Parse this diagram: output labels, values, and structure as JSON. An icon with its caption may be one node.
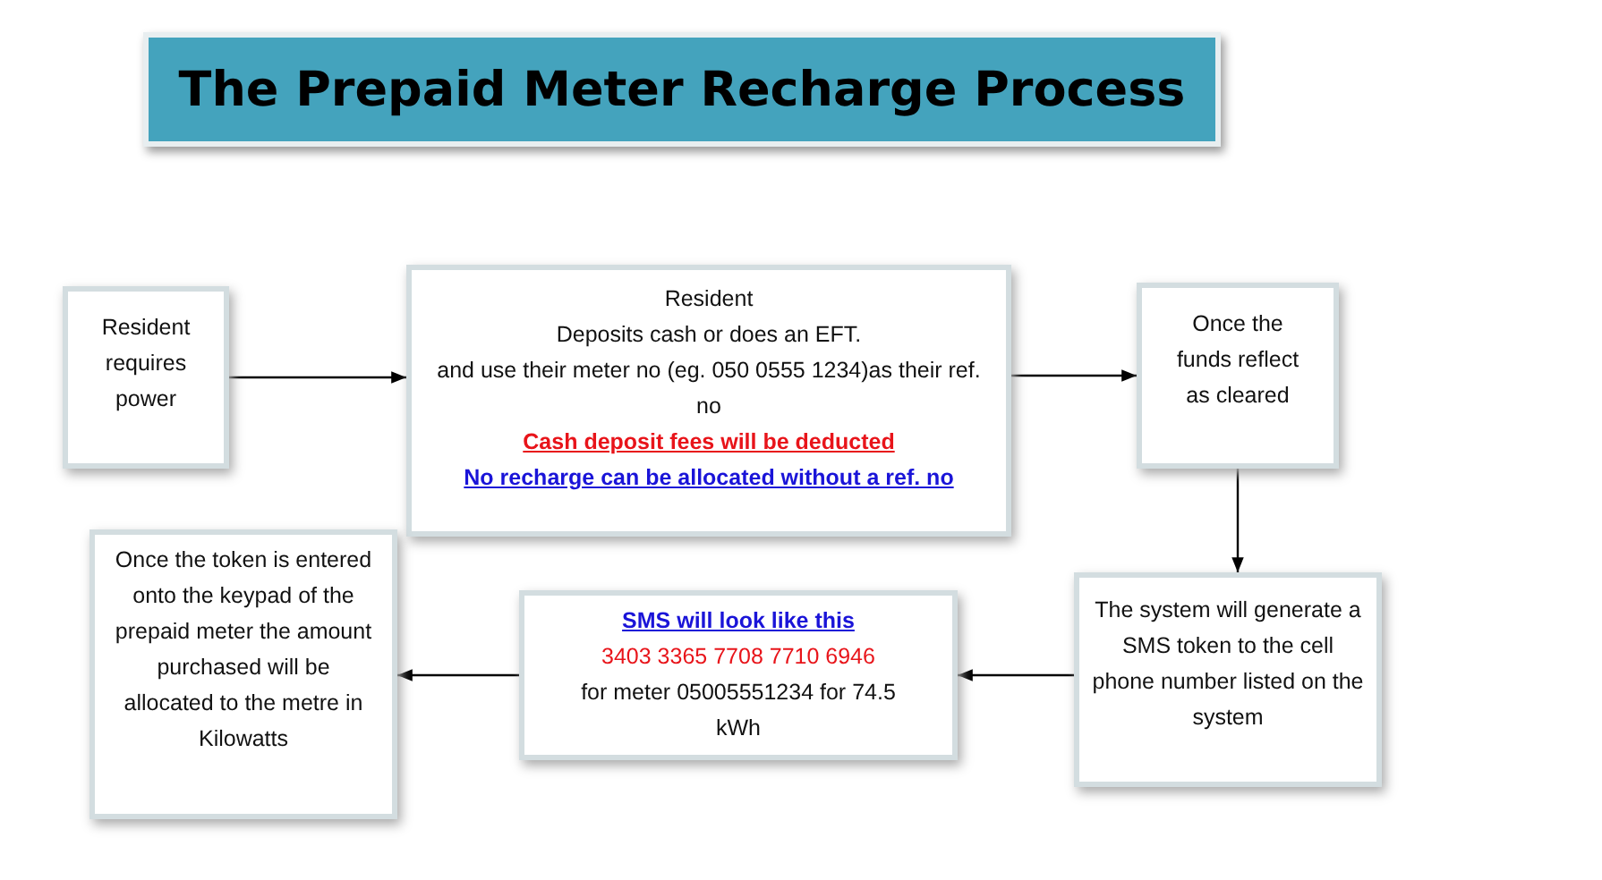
{
  "diagram": {
    "title": "The Prepaid Meter Recharge Process",
    "nodes": [
      {
        "text": [
          "Resident requires power"
        ]
      },
      {
        "text": [
          "Resident",
          "Deposits cash or does an EFT.",
          "and use their meter no (eg. 050 0555 1234)as their ref. no",
          "Cash deposit fees will be deducted",
          "No recharge can be allocated without a ref. no"
        ]
      },
      {
        "text": [
          "Once the funds reflect as cleared"
        ]
      },
      {
        "text": [
          "The system will generate a SMS token to the cell phone number listed on the system"
        ]
      },
      {
        "text": [
          "SMS will look like this",
          "3403 3365 7708 7710 6946",
          "for meter 05005551234  for 74.5 kWh"
        ]
      },
      {
        "text": [
          "Once the token is entered onto the keypad of the prepaid meter the amount purchased will be allocated to the metre in Kilowatts"
        ]
      }
    ],
    "edges": [
      {
        "from": 0,
        "to": 1,
        "arrow": "to"
      },
      {
        "from": 1,
        "to": 2,
        "arrow": "to"
      },
      {
        "from": 2,
        "to": 3,
        "arrow": "to"
      },
      {
        "from": 3,
        "to": 4,
        "arrow": "to"
      },
      {
        "from": 4,
        "to": 5,
        "arrow": "to"
      }
    ]
  }
}
